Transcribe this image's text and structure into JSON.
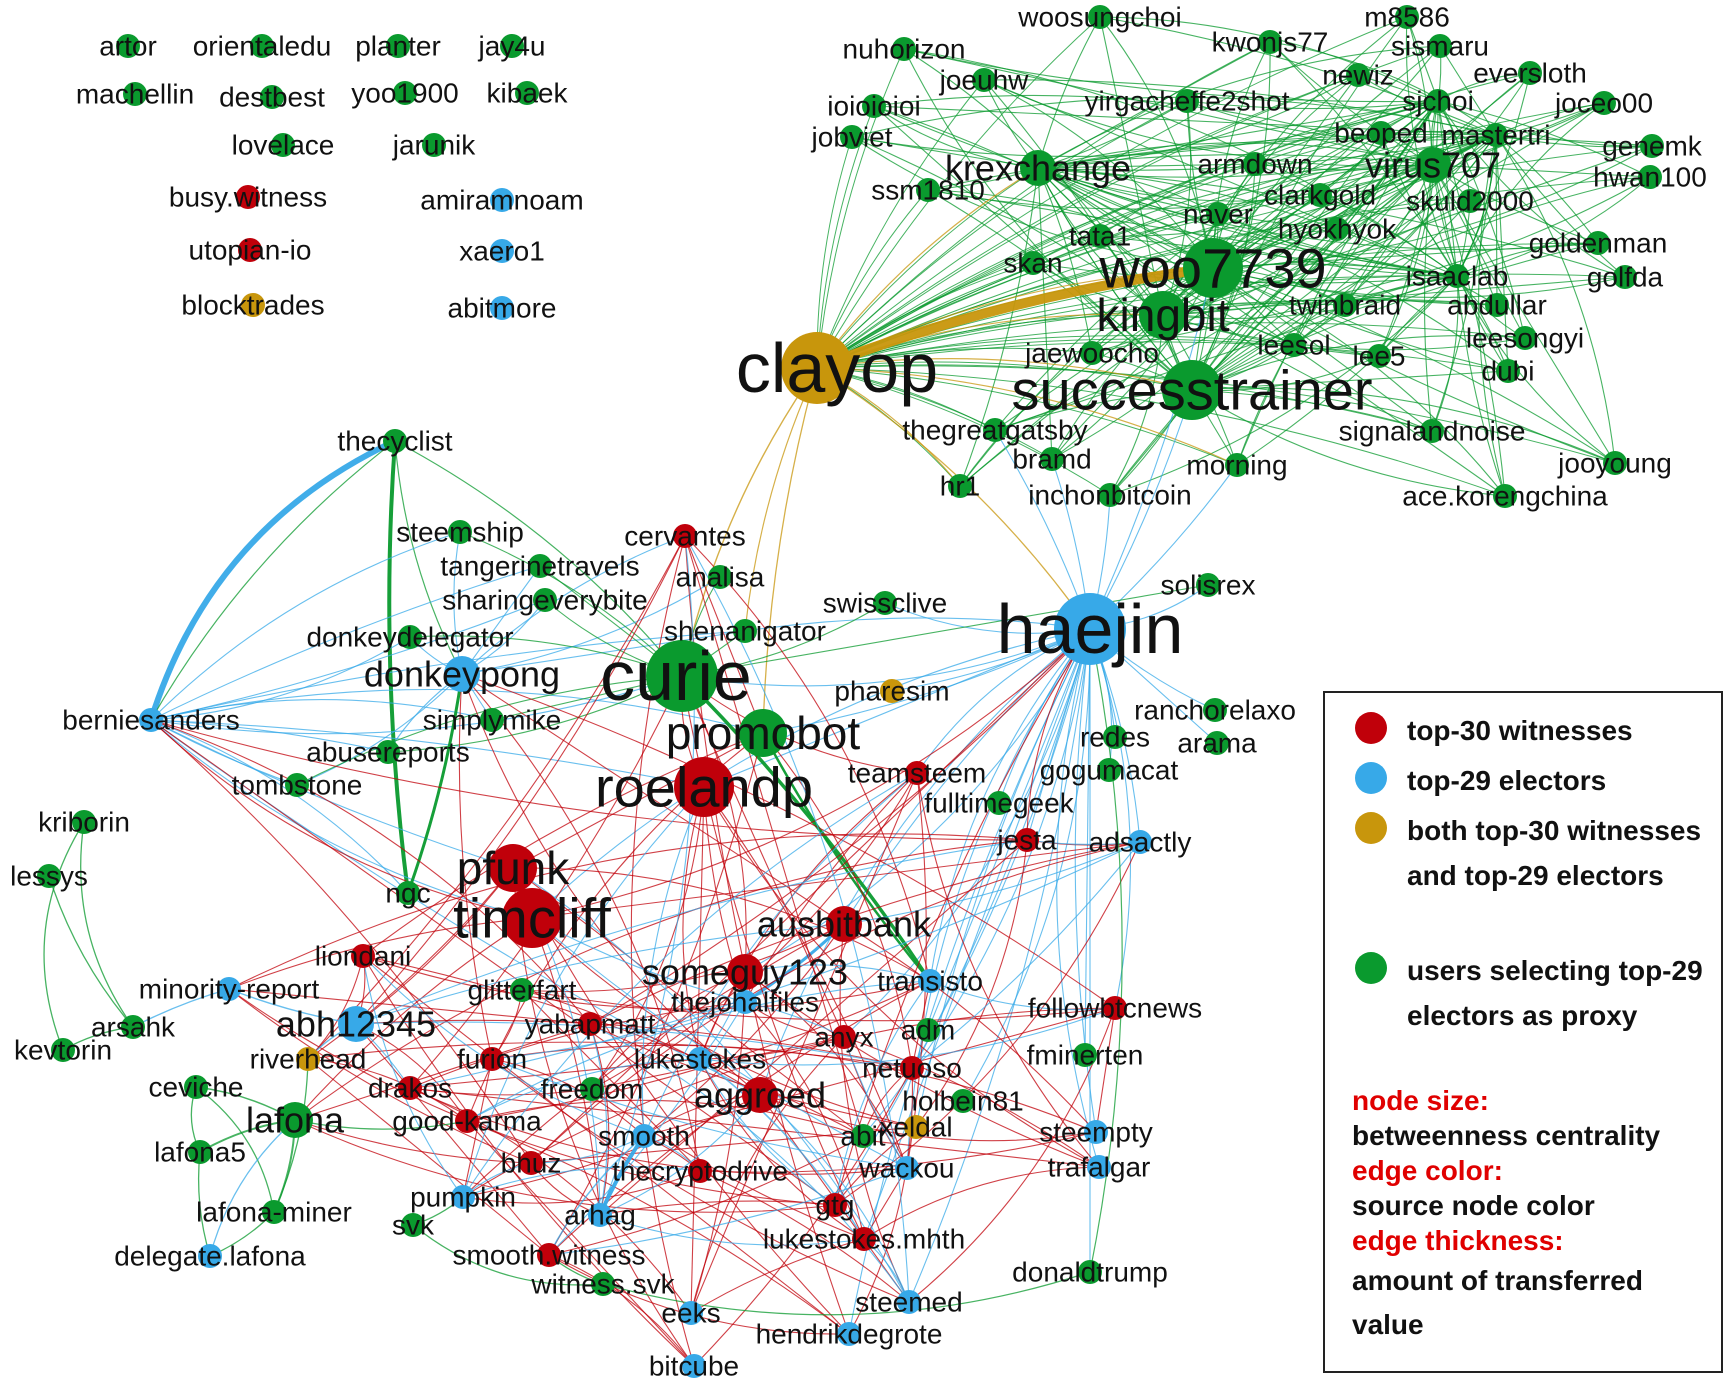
{
  "colors": {
    "witness": "#c0000a",
    "elector": "#37a9e8",
    "both": "#c8960c",
    "proxy": "#0a9a2e"
  },
  "legend": {
    "items": [
      {
        "kind": "witness",
        "label": "top-30 witnesses"
      },
      {
        "kind": "elector",
        "label": "top-29 electors"
      },
      {
        "kind": "both",
        "label": "both top-30 witnesses and top-29 electors"
      },
      {
        "kind": "proxy",
        "label": "users selecting top-29 electors as proxy"
      }
    ],
    "node_size_key": "node size:",
    "node_size_value": "betweenness centrality",
    "edge_color_key": "edge color:",
    "edge_color_value": "source node color",
    "edge_thickness_key": "edge thickness:",
    "edge_thickness_value": "amount of transferred value"
  },
  "nodes": [
    {
      "id": "artor",
      "kind": "proxy",
      "size": 1
    },
    {
      "id": "orientaledu",
      "kind": "proxy",
      "size": 1
    },
    {
      "id": "planter",
      "kind": "proxy",
      "size": 1
    },
    {
      "id": "jay4u",
      "kind": "proxy",
      "size": 1
    },
    {
      "id": "machellin",
      "kind": "proxy",
      "size": 1
    },
    {
      "id": "destbest",
      "kind": "proxy",
      "size": 1
    },
    {
      "id": "yoo1900",
      "kind": "proxy",
      "size": 1
    },
    {
      "id": "kibaek",
      "kind": "proxy",
      "size": 1
    },
    {
      "id": "lovelace",
      "kind": "proxy",
      "size": 1
    },
    {
      "id": "jarunik",
      "kind": "proxy",
      "size": 1
    },
    {
      "id": "busy.witness",
      "kind": "witness",
      "size": 1
    },
    {
      "id": "amiramnoam",
      "kind": "elector",
      "size": 1
    },
    {
      "id": "utopian-io",
      "kind": "witness",
      "size": 1
    },
    {
      "id": "xaero1",
      "kind": "elector",
      "size": 1
    },
    {
      "id": "blocktrades",
      "kind": "both",
      "size": 1
    },
    {
      "id": "abitmore",
      "kind": "elector",
      "size": 1
    },
    {
      "id": "woosungchoi",
      "kind": "proxy",
      "size": 1
    },
    {
      "id": "m8586",
      "kind": "proxy",
      "size": 1
    },
    {
      "id": "kwonjs77",
      "kind": "proxy",
      "size": 1
    },
    {
      "id": "sismaru",
      "kind": "proxy",
      "size": 1
    },
    {
      "id": "nuhorizon",
      "kind": "proxy",
      "size": 1
    },
    {
      "id": "joeuhw",
      "kind": "proxy",
      "size": 1
    },
    {
      "id": "newiz",
      "kind": "proxy",
      "size": 1
    },
    {
      "id": "eversloth",
      "kind": "proxy",
      "size": 1
    },
    {
      "id": "ioioioioi",
      "kind": "proxy",
      "size": 1
    },
    {
      "id": "yirgacheffe2shot",
      "kind": "proxy",
      "size": 1
    },
    {
      "id": "sjchoi",
      "kind": "proxy",
      "size": 1
    },
    {
      "id": "joceo00",
      "kind": "proxy",
      "size": 1
    },
    {
      "id": "jobviet",
      "kind": "proxy",
      "size": 1
    },
    {
      "id": "beoped",
      "kind": "proxy",
      "size": 1
    },
    {
      "id": "mastertri",
      "kind": "proxy",
      "size": 1
    },
    {
      "id": "genemk",
      "kind": "proxy",
      "size": 1
    },
    {
      "id": "krexchange",
      "kind": "proxy",
      "size": 2
    },
    {
      "id": "armdown",
      "kind": "proxy",
      "size": 1
    },
    {
      "id": "virus707",
      "kind": "proxy",
      "size": 2
    },
    {
      "id": "hwan100",
      "kind": "proxy",
      "size": 1
    },
    {
      "id": "ssm1810",
      "kind": "proxy",
      "size": 1
    },
    {
      "id": "clarkgold",
      "kind": "proxy",
      "size": 1
    },
    {
      "id": "skuld2000",
      "kind": "proxy",
      "size": 1
    },
    {
      "id": "naver",
      "kind": "proxy",
      "size": 1
    },
    {
      "id": "hyokhyok",
      "kind": "proxy",
      "size": 1
    },
    {
      "id": "tata1",
      "kind": "proxy",
      "size": 1
    },
    {
      "id": "goldenman",
      "kind": "proxy",
      "size": 1
    },
    {
      "id": "woo7739",
      "kind": "proxy",
      "size": 4
    },
    {
      "id": "skan",
      "kind": "proxy",
      "size": 1
    },
    {
      "id": "isaaclab",
      "kind": "proxy",
      "size": 1
    },
    {
      "id": "golfda",
      "kind": "proxy",
      "size": 1
    },
    {
      "id": "kingbit",
      "kind": "proxy",
      "size": 3
    },
    {
      "id": "twinbraid",
      "kind": "proxy",
      "size": 1
    },
    {
      "id": "abdullar",
      "kind": "proxy",
      "size": 1
    },
    {
      "id": "leesongyi",
      "kind": "proxy",
      "size": 1
    },
    {
      "id": "clayop",
      "kind": "both",
      "size": 5
    },
    {
      "id": "jaewoocho",
      "kind": "proxy",
      "size": 1
    },
    {
      "id": "leesol",
      "kind": "proxy",
      "size": 1
    },
    {
      "id": "lee5",
      "kind": "proxy",
      "size": 1
    },
    {
      "id": "dubi",
      "kind": "proxy",
      "size": 1
    },
    {
      "id": "successtrainer",
      "kind": "proxy",
      "size": 4
    },
    {
      "id": "thegreatgatsby",
      "kind": "proxy",
      "size": 1
    },
    {
      "id": "signalandnoise",
      "kind": "proxy",
      "size": 1
    },
    {
      "id": "bramd",
      "kind": "proxy",
      "size": 1
    },
    {
      "id": "morning",
      "kind": "proxy",
      "size": 1
    },
    {
      "id": "jooyoung",
      "kind": "proxy",
      "size": 1
    },
    {
      "id": "hr1",
      "kind": "proxy",
      "size": 1
    },
    {
      "id": "inchonbitcoin",
      "kind": "proxy",
      "size": 1
    },
    {
      "id": "ace.korengchina",
      "kind": "proxy",
      "size": 1
    },
    {
      "id": "thecyclist",
      "kind": "proxy",
      "size": 1
    },
    {
      "id": "steemship",
      "kind": "proxy",
      "size": 1
    },
    {
      "id": "cervantes",
      "kind": "witness",
      "size": 1
    },
    {
      "id": "tangerinetravels",
      "kind": "proxy",
      "size": 1
    },
    {
      "id": "analisa",
      "kind": "proxy",
      "size": 1
    },
    {
      "id": "sharingeverybite",
      "kind": "proxy",
      "size": 1
    },
    {
      "id": "solisrex",
      "kind": "proxy",
      "size": 1
    },
    {
      "id": "swissclive",
      "kind": "proxy",
      "size": 1
    },
    {
      "id": "shenanigator",
      "kind": "proxy",
      "size": 1
    },
    {
      "id": "haejin",
      "kind": "elector",
      "size": 5
    },
    {
      "id": "donkeydelegator",
      "kind": "proxy",
      "size": 1
    },
    {
      "id": "donkeypong",
      "kind": "elector",
      "size": 2
    },
    {
      "id": "curie",
      "kind": "proxy",
      "size": 5
    },
    {
      "id": "pharesim",
      "kind": "both",
      "size": 1
    },
    {
      "id": "berniesanders",
      "kind": "elector",
      "size": 1
    },
    {
      "id": "simplymike",
      "kind": "proxy",
      "size": 1
    },
    {
      "id": "promobot",
      "kind": "proxy",
      "size": 3
    },
    {
      "id": "ranchorelaxo",
      "kind": "proxy",
      "size": 1
    },
    {
      "id": "abusereports",
      "kind": "proxy",
      "size": 1
    },
    {
      "id": "redes",
      "kind": "proxy",
      "size": 1
    },
    {
      "id": "arama",
      "kind": "proxy",
      "size": 1
    },
    {
      "id": "tombstone",
      "kind": "proxy",
      "size": 1
    },
    {
      "id": "roelandp",
      "kind": "witness",
      "size": 4
    },
    {
      "id": "teamsteem",
      "kind": "witness",
      "size": 1
    },
    {
      "id": "gogumacat",
      "kind": "proxy",
      "size": 1
    },
    {
      "id": "pfunk",
      "kind": "witness",
      "size": 3
    },
    {
      "id": "fulltimegeek",
      "kind": "proxy",
      "size": 1
    },
    {
      "id": "ngc",
      "kind": "proxy",
      "size": 1
    },
    {
      "id": "kriborin",
      "kind": "proxy",
      "size": 1
    },
    {
      "id": "timcliff",
      "kind": "witness",
      "size": 4
    },
    {
      "id": "ausbitbank",
      "kind": "witness",
      "size": 2
    },
    {
      "id": "adsactly",
      "kind": "elector",
      "size": 1
    },
    {
      "id": "jesta",
      "kind": "witness",
      "size": 1
    },
    {
      "id": "liondani",
      "kind": "witness",
      "size": 1
    },
    {
      "id": "lessys",
      "kind": "proxy",
      "size": 1
    },
    {
      "id": "someguy123",
      "kind": "witness",
      "size": 2
    },
    {
      "id": "transisto",
      "kind": "elector",
      "size": 1
    },
    {
      "id": "minority-report",
      "kind": "elector",
      "size": 1
    },
    {
      "id": "glitterfart",
      "kind": "proxy",
      "size": 1
    },
    {
      "id": "followbtcnews",
      "kind": "witness",
      "size": 1
    },
    {
      "id": "thejohalfiles",
      "kind": "elector",
      "size": 1
    },
    {
      "id": "arsahk",
      "kind": "proxy",
      "size": 1
    },
    {
      "id": "abh12345",
      "kind": "elector",
      "size": 2
    },
    {
      "id": "yabapmatt",
      "kind": "witness",
      "size": 1
    },
    {
      "id": "kevtorin",
      "kind": "proxy",
      "size": 1
    },
    {
      "id": "anyx",
      "kind": "witness",
      "size": 1
    },
    {
      "id": "adm",
      "kind": "proxy",
      "size": 1
    },
    {
      "id": "fminerten",
      "kind": "proxy",
      "size": 1
    },
    {
      "id": "riverhead",
      "kind": "both",
      "size": 1
    },
    {
      "id": "furion",
      "kind": "witness",
      "size": 1
    },
    {
      "id": "lukestokes",
      "kind": "elector",
      "size": 1
    },
    {
      "id": "netuoso",
      "kind": "witness",
      "size": 1
    },
    {
      "id": "ceviche",
      "kind": "proxy",
      "size": 1
    },
    {
      "id": "drakos",
      "kind": "witness",
      "size": 1
    },
    {
      "id": "freedom",
      "kind": "proxy",
      "size": 1
    },
    {
      "id": "aggroed",
      "kind": "witness",
      "size": 2
    },
    {
      "id": "holbein81",
      "kind": "proxy",
      "size": 1
    },
    {
      "id": "lafona",
      "kind": "proxy",
      "size": 2
    },
    {
      "id": "good-karma",
      "kind": "witness",
      "size": 1
    },
    {
      "id": "xeldal",
      "kind": "both",
      "size": 1
    },
    {
      "id": "steempty",
      "kind": "elector",
      "size": 1
    },
    {
      "id": "smooth",
      "kind": "elector",
      "size": 1
    },
    {
      "id": "abit",
      "kind": "proxy",
      "size": 1
    },
    {
      "id": "lafona5",
      "kind": "proxy",
      "size": 1
    },
    {
      "id": "bhuz",
      "kind": "witness",
      "size": 1
    },
    {
      "id": "wackou",
      "kind": "elector",
      "size": 1
    },
    {
      "id": "trafalgar",
      "kind": "elector",
      "size": 1
    },
    {
      "id": "thecryptodrive",
      "kind": "witness",
      "size": 1
    },
    {
      "id": "pumpkin",
      "kind": "elector",
      "size": 1
    },
    {
      "id": "gtg",
      "kind": "witness",
      "size": 1
    },
    {
      "id": "lafona-miner",
      "kind": "proxy",
      "size": 1
    },
    {
      "id": "arhag",
      "kind": "elector",
      "size": 1
    },
    {
      "id": "svk",
      "kind": "proxy",
      "size": 1
    },
    {
      "id": "lukestokes.mhth",
      "kind": "witness",
      "size": 1
    },
    {
      "id": "delegate.lafona",
      "kind": "elector",
      "size": 1
    },
    {
      "id": "smooth.witness",
      "kind": "witness",
      "size": 1
    },
    {
      "id": "donaldtrump",
      "kind": "proxy",
      "size": 1
    },
    {
      "id": "witness.svk",
      "kind": "proxy",
      "size": 1
    },
    {
      "id": "steemed",
      "kind": "elector",
      "size": 1
    },
    {
      "id": "eeks",
      "kind": "elector",
      "size": 1
    },
    {
      "id": "hendrikdegrote",
      "kind": "elector",
      "size": 1
    },
    {
      "id": "bitcube",
      "kind": "elector",
      "size": 1
    }
  ]
}
